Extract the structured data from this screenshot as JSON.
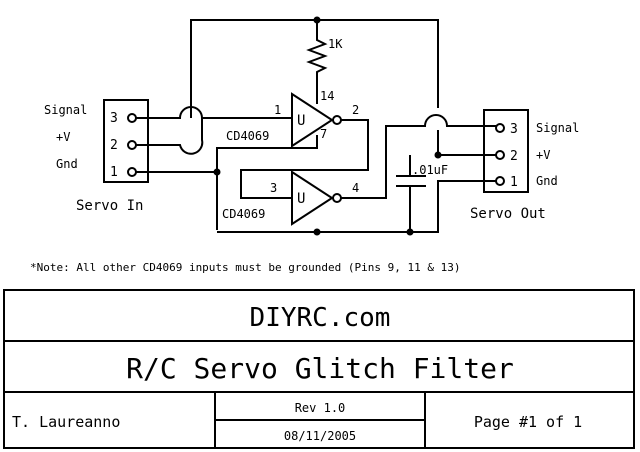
{
  "schematic": {
    "servo_in": {
      "title": "Servo In",
      "pins": [
        {
          "num": "3",
          "label": "Signal"
        },
        {
          "num": "2",
          "label": "+V"
        },
        {
          "num": "1",
          "label": "Gnd"
        }
      ]
    },
    "servo_out": {
      "title": "Servo Out",
      "pins": [
        {
          "num": "3",
          "label": "Signal"
        },
        {
          "num": "2",
          "label": "+V"
        },
        {
          "num": "1",
          "label": "Gnd"
        }
      ]
    },
    "resistor_label": "1K",
    "capacitor_label": ".01uF",
    "gate1": {
      "chip": "CD4069",
      "symbol": "U",
      "pin_in": "1",
      "pin_out": "2",
      "pin_vdd": "14",
      "pin_gnd": "7"
    },
    "gate2": {
      "chip": "CD4069",
      "symbol": "U",
      "pin_in": "3",
      "pin_out": "4"
    },
    "note": "*Note:  All other CD4069 inputs must be grounded (Pins 9, 11 & 13)"
  },
  "title_block": {
    "company": "DIYRC.com",
    "title": "R/C Servo Glitch Filter",
    "author": "T. Laureanno",
    "revision": "Rev 1.0",
    "date": "08/11/2005",
    "page": "Page #1 of 1"
  }
}
